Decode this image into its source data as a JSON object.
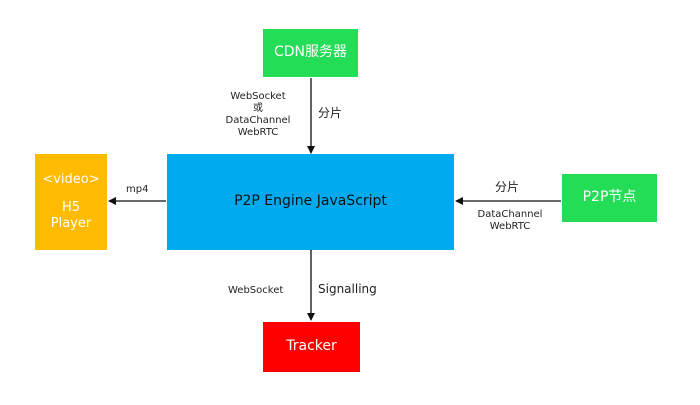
{
  "nodes": {
    "cdn": {
      "label": "CDN服务器",
      "color": "#22dd55"
    },
    "engine": {
      "label": "P2P Engine JavaScript",
      "color": "#00aaee"
    },
    "player": {
      "line1": "<video>",
      "line2": "H5",
      "line3": "Player",
      "color": "#ffbb00"
    },
    "peer": {
      "label": "P2P节点",
      "color": "#22dd55"
    },
    "tracker": {
      "label": "Tracker",
      "color": "#ff0000"
    }
  },
  "edges": {
    "cdn_to_engine": {
      "protocol_lines": [
        "WebSocket",
        "或",
        "DataChannel",
        "WebRTC"
      ],
      "data_label": "分片"
    },
    "engine_to_player": {
      "label": "mp4"
    },
    "peer_to_engine": {
      "data_label": "分片",
      "protocol_lines": [
        "DataChannel",
        "WebRTC"
      ]
    },
    "engine_tracker": {
      "protocol_label": "WebSocket",
      "data_label": "Signalling"
    }
  }
}
